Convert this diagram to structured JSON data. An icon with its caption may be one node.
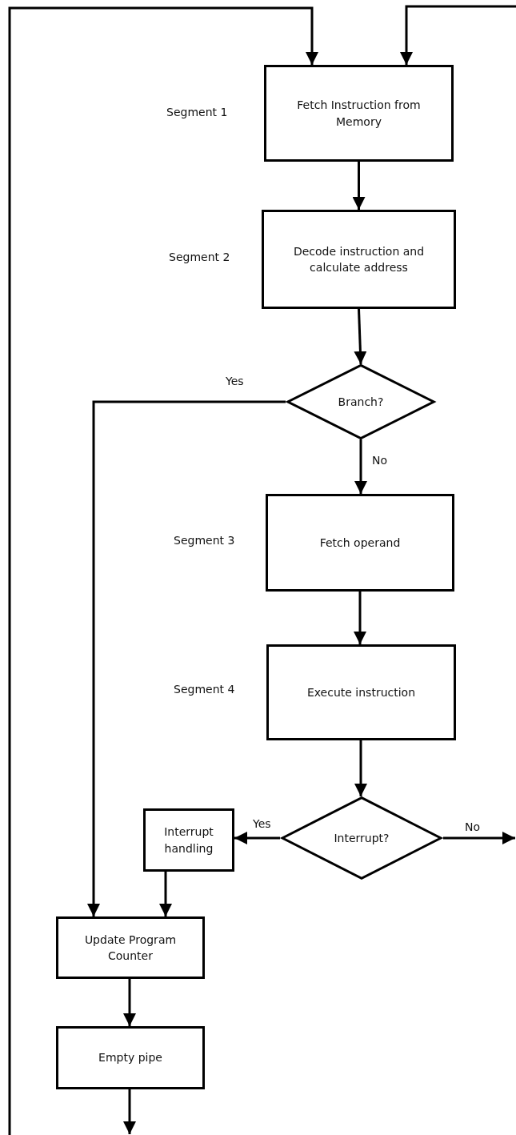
{
  "diagram": {
    "nodes": [
      {
        "text": [
          "Fetch Instruction from Memory"
        ]
      },
      {
        "text": [
          "Decode instruction and calculate address"
        ]
      },
      {
        "text": [
          "Branch?"
        ]
      },
      {
        "text": [
          "Fetch operand"
        ]
      },
      {
        "text": [
          "Execute instruction"
        ]
      },
      {
        "text": [
          "Interrupt?"
        ]
      },
      {
        "text": [
          "Interrupt handling"
        ]
      },
      {
        "text": [
          "Update Program Counter"
        ]
      },
      {
        "text": [
          "Empty pipe"
        ]
      }
    ],
    "edges": [
      {
        "from": 0,
        "to": 1,
        "arrow": "to"
      },
      {
        "from": 1,
        "to": 2,
        "arrow": "to"
      },
      {
        "from": 2,
        "to": 3,
        "arrow": "to",
        "label": "No"
      },
      {
        "from": 2,
        "to": 7,
        "arrow": "to",
        "label": "Yes"
      },
      {
        "from": 4,
        "to": 5,
        "arrow": "to"
      },
      {
        "from": 5,
        "to": 6,
        "arrow": "to",
        "label": "Yes"
      },
      {
        "from": 5,
        "to": null,
        "arrow": "to",
        "label": "No"
      },
      {
        "from": 6,
        "to": 7,
        "arrow": "to"
      },
      {
        "from": 7,
        "to": 8,
        "arrow": "to"
      },
      {
        "from": 8,
        "to": null,
        "arrow": "to"
      },
      {
        "from": null,
        "to": 0,
        "arrow": "to"
      },
      {
        "from": null,
        "to": 0,
        "arrow": "to"
      },
      {
        "from": 3,
        "to": 4,
        "arrow": "to"
      }
    ],
    "labels": [
      "Segment 1",
      "Segment 2",
      "Segment 3",
      "Segment 4"
    ]
  }
}
